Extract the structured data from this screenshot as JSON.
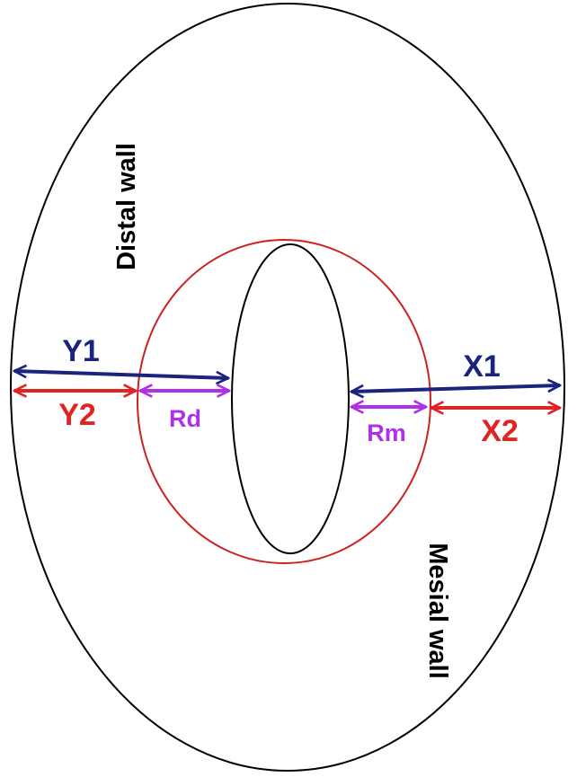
{
  "labels": {
    "distal_wall": "Distal wall",
    "mesial_wall": "Mesial wall",
    "y1": "Y1",
    "y2": "Y2",
    "rd": "Rd",
    "x1": "X1",
    "x2": "X2",
    "rm": "Rm"
  },
  "colors": {
    "outline": "#000000",
    "circle": "#cc2222",
    "navy_arrow": "#1a237e",
    "red_arrow": "#e02424",
    "purple_arrow": "#b030e8",
    "background": "#ffffff"
  }
}
